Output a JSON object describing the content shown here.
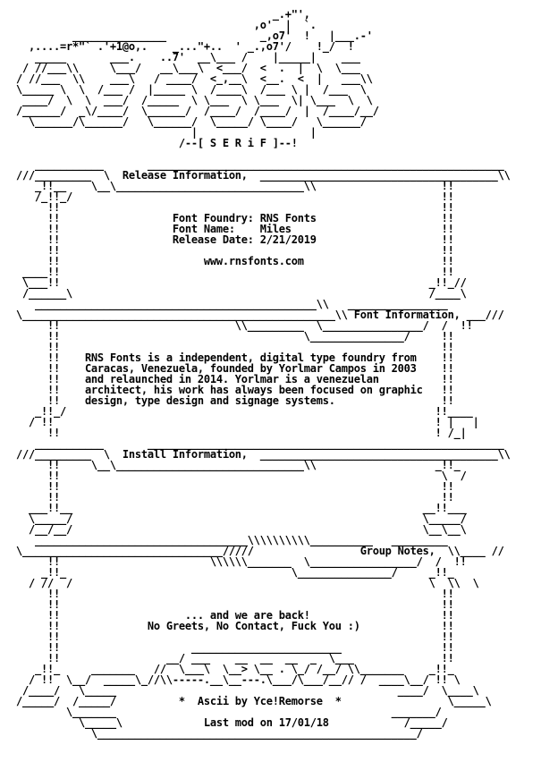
{
  "nfo_lines": [
    "                                         _.+\"',",
    "                                      ,o'  |  `.",
    "         _______________               _,o7'  !   |___.-'",
    "  ,....=r*\"` .'+1@o,.    _...\"+..  ' _.,o7'/    !_/  !",
    "   _____       ___.    ..7'  __\\___ /    |_____|    ___",
    " / //___\\\\     \\___/   __\\___\\  <___/  <  .  |  \\  \\___",
    "/ //___  \\\\    ___\\   / ____/  <_,__\\  <__.  <  |   ___\\\\",
    "\\_____ \\  \\  /___ /  |_____ \\  /____\\  /___ \\ |  /___  \\",
    " ____/  \\  \\  ___/  /_____  \\ \\___  \\ \\___  \\| \\___  \\  \\",
    "/______/  _\\/____/  \\______/  /____/  /____/  |  /____/__/",
    "  \\______/\\______/   \\______/  \\_____/ \\____/   \\______/",
    "                            |                  |",
    "                          /--[ S E R i F ]--!",
    "",
    "   ___________       _________________________________________________________",
    "///_________  \\  Release Information,  ______________________________________\\\\",
    "   _!!__    \\__\\______________________________\\\\                    !!",
    "   /_!!_/                                                           !!",
    "     !!                                                             !!",
    "     !!                  Font Foundry: RNS Fonts                    !!",
    "     !!                  Font Name:    Miles                        !!",
    "     !!                  Release Date: 2/21/2019                    !!",
    "     !!                                                             !!",
    "     !!                       www.rnsfonts.com                      !!",
    " ____!!                                                             !!",
    " \\___!!                                                           _!!_//",
    " /______\\                                                         /____\\",
    "   _____________________________________________\\\\   ________________",
    "\\__________________________________________________\\\\ Font Information, ___///",
    "     !!                            \\\\_________  \\________________/  /  !!",
    "     !!                                       \\_______________/     !!",
    "     !!                                                             !!",
    "     !!    RNS Fonts is a independent, digital type foundry from    !!",
    "     !!    Caracas, Venezuela, founded by Yorlmar Campos in 2003    !!",
    "     !!    and relaunched in 2014. Yorlmar is a venezuelan          !!",
    "     !!    architect, his work has always been focused on graphic   !!",
    "     !!    design, type design and signage systems.                 !!",
    "   _!!_/                                                           !!____",
    "  / !!                                                             ! |   |",
    "     !!                                                            ! /_|",
    "   ___________       _________________________________________________________",
    "///_________  \\  Install Information,  ______________________________________\\\\",
    "     !!     \\__\\______________________________\\\\                   _!!_",
    "     !!                                                             \\  /",
    "     !!                                                             !!",
    "     !!                                                             !!",
    "  ___!!__                                                        __!!___",
    "  \\_____/                                                        \\_____/",
    "  /__/__/                                                        \\__\\__\\",
    "   __________________________________\\\\\\\\\\\\\\\\\\\\__________   _________",
    "\\________________________________/////                 Group Notes,  \\\\____ //",
    "     !!                        \\\\\\\\\\\\_______  \\_________________/  /  !!",
    "    _!!_                                    \\_______________/     _!!_",
    "  / //  /                                                         \\  \\\\  \\",
    "     !!                                                             !!",
    "     !!                                                             !!",
    "     !!                    ... and we are back!                     !!",
    "     !!              No Greets, No Contact, Fuck You :)             !!",
    "     !!                                                             !!",
    "     !!                     ________________________                !!",
    "     !!                 __/ ___    __  __  __  _  \\___              !!",
    "   _!!_     _______   //  \\___\\  \\__> \\__ . \\_/ /__/ \\\\_______    _!!_",
    "  / !!  \\__/  _____\\_//\\\\-----.__\\__---.\\___/\\___/__// /  ____\\__/ !! \\",
    " /____/   \\_____                                             ____/  \\____\\",
    "/_____/  /_____/          *  Ascii by Yce!Remorse  *                 \\_____\\",
    "        \\_______                                            _______/",
    "          \\_____\\             Last mod on 17/01/18            /_____/",
    "            \\___________________________________________________/"
  ]
}
